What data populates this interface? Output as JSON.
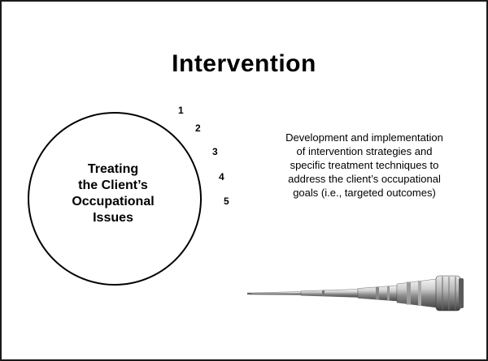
{
  "slide": {
    "title": "Intervention",
    "circle_lines": [
      "Treating",
      "the Client’s",
      "Occupational",
      "Issues"
    ],
    "steps": [
      "1",
      "2",
      "3",
      "4",
      "5"
    ],
    "description_lines": [
      "Development and implementation",
      "of intervention strategies and",
      "specific treatment techniques to",
      "address the client’s occupational",
      "goals (i.e., targeted outcomes)"
    ],
    "illustration": "telescoping-tool-icon"
  }
}
